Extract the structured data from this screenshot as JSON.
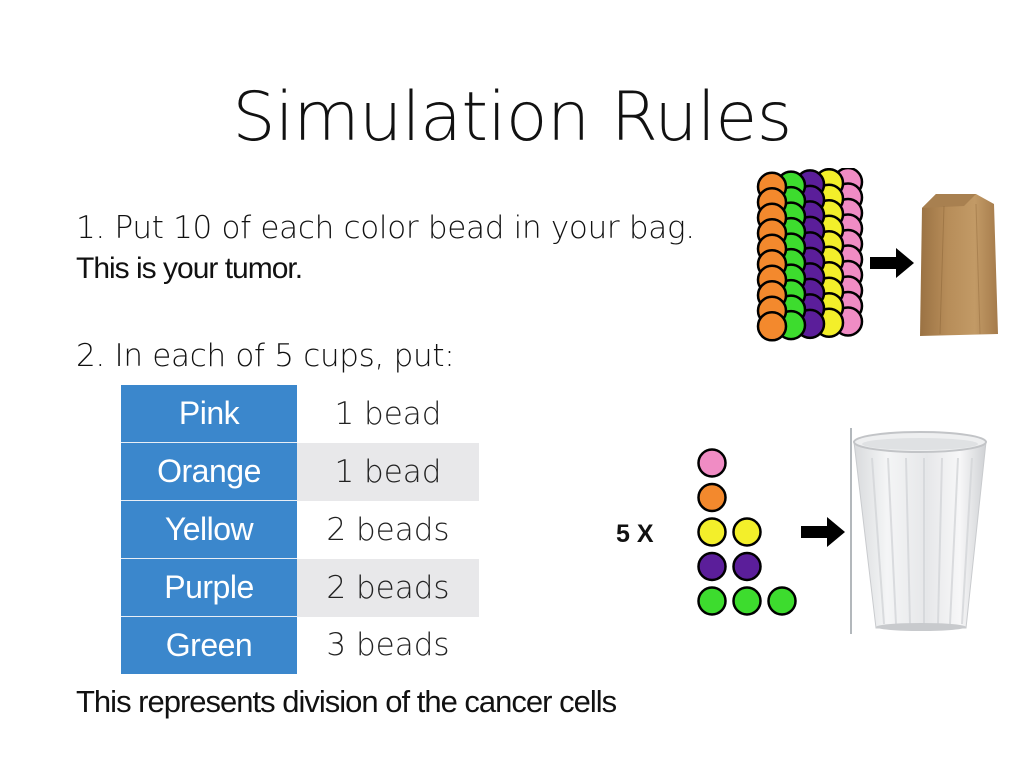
{
  "slide": {
    "title": "Simulation Rules",
    "rule1": "1. Put 10 of each color bead in your bag.",
    "rule1_note": "This is your tumor.",
    "rule2": "2. In each of 5 cups, put:",
    "footer": "This represents division of the cancer cells",
    "multiplier": "5 X"
  },
  "bead_table": [
    {
      "color": "Pink",
      "count": "1 bead"
    },
    {
      "color": "Orange",
      "count": "1 bead"
    },
    {
      "color": "Yellow",
      "count": "2 beads"
    },
    {
      "color": "Purple",
      "count": "2 beads"
    },
    {
      "color": "Green",
      "count": "3 beads"
    }
  ],
  "colors": {
    "table_header_blue": "#3b87cc",
    "bead_pink": "#f08cc4",
    "bead_orange": "#f3892d",
    "bead_yellow": "#f3ef2a",
    "bead_purple": "#5b1e9a",
    "bead_green": "#3ddc2e",
    "bag_brown": "#b38a57"
  },
  "icons": [
    "bead-stack-icon",
    "arrow-right-icon",
    "paper-bag-icon",
    "bead-pyramid-icon",
    "plastic-cup-icon"
  ]
}
